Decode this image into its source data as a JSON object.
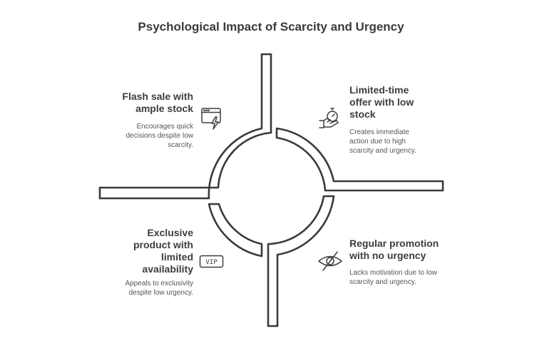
{
  "title": "Psychological Impact of Scarcity and Urgency",
  "quadrants": [
    {
      "heading_lines": [
        "Flash sale with",
        "ample stock"
      ],
      "description_lines": [
        "Encourages quick",
        "decisions despite low",
        "scarcity."
      ],
      "icon": "browser-lightning-icon"
    },
    {
      "heading_lines": [
        "Limited-time",
        "offer with low",
        "stock"
      ],
      "description_lines": [
        "Creates immediate",
        "action due to high",
        "scarcity and urgency."
      ],
      "icon": "hand-stopwatch-icon"
    },
    {
      "heading_lines": [
        "Exclusive",
        "product with",
        "limited",
        "availability"
      ],
      "description_lines": [
        "Appeals to exclusivity",
        "despite low urgency."
      ],
      "icon": "vip-badge-icon",
      "icon_text": "VIP"
    },
    {
      "heading_lines": [
        "Regular promotion",
        "with no urgency"
      ],
      "description_lines": [
        "Lacks motivation due to low",
        "scarcity and urgency."
      ],
      "icon": "eye-slash-icon"
    }
  ]
}
